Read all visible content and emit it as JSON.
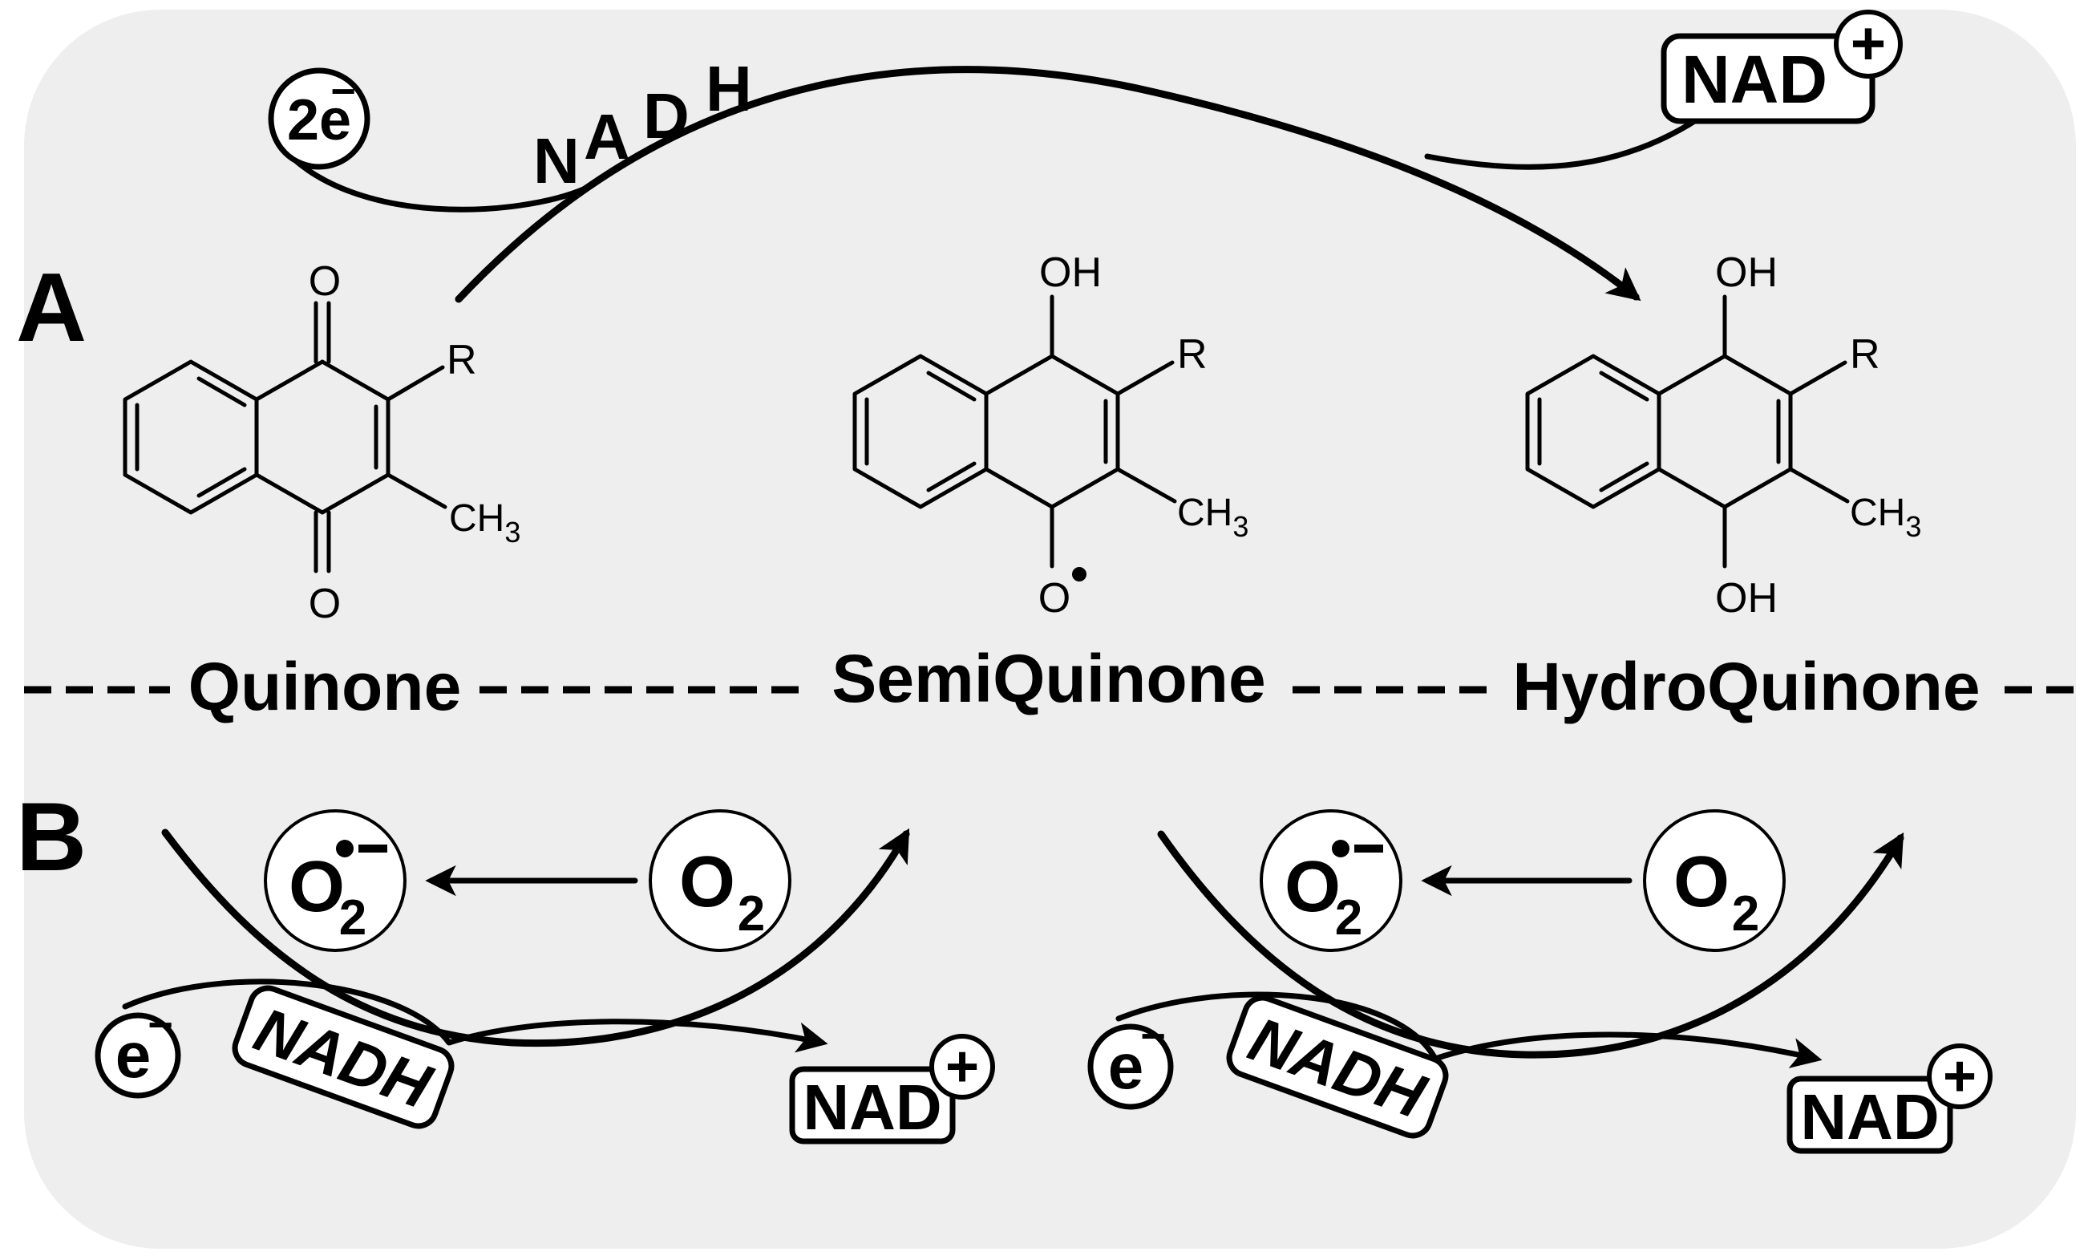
{
  "panels": {
    "a_label": "A",
    "b_label": "B"
  },
  "structures": {
    "quinone": {
      "name": "Quinone",
      "top_substituent": "O",
      "bottom_substituent": "O",
      "r_group": "R",
      "methyl": "CH",
      "methyl_sub": "3"
    },
    "semiquinone": {
      "name": "SemiQuinone",
      "top_substituent": "OH",
      "bottom_substituent": "O",
      "r_group": "R",
      "methyl": "CH",
      "methyl_sub": "3"
    },
    "hydroquinone": {
      "name": "HydroQuinone",
      "top_substituent": "OH",
      "bottom_substituent": "OH",
      "r_group": "R",
      "methyl": "CH",
      "methyl_sub": "3"
    }
  },
  "panel_a": {
    "electrons": "2e",
    "electron_charge": "−",
    "nadh_letters": [
      "N",
      "A",
      "D",
      "H"
    ],
    "nad_label": "NAD",
    "plus_symbol": "+"
  },
  "panel_b": {
    "electron": "e",
    "electron_charge": "−",
    "nadh_label": "NADH",
    "nad_label": "NAD",
    "plus_symbol": "+",
    "oxygen": "O",
    "oxygen_sub": "2",
    "superoxide": "O",
    "superoxide_sub": "2",
    "superoxide_charge": "−"
  },
  "colors": {
    "background_panel": "#eeeeee",
    "ink": "#000000"
  }
}
